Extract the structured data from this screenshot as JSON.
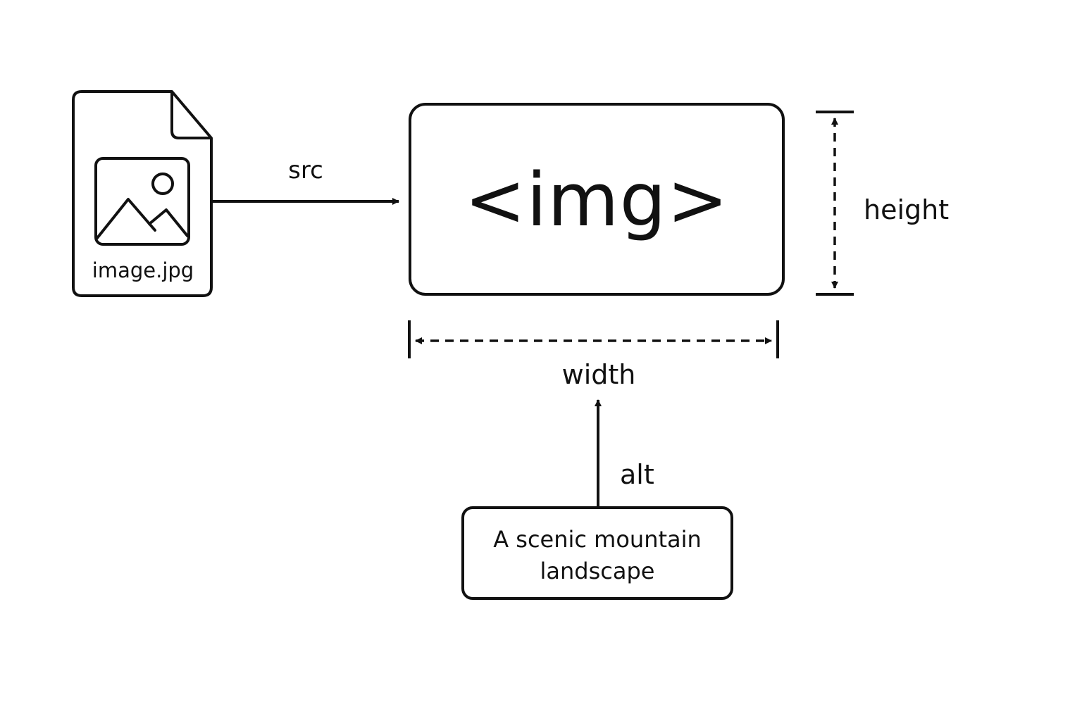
{
  "file": {
    "name": "image.jpg",
    "icon": "image-file-icon"
  },
  "element": {
    "tag": "<img>"
  },
  "attributes": {
    "src": "src",
    "height": "height",
    "width": "width",
    "alt": "alt"
  },
  "alt_box": {
    "text": "A scenic mountain landscape"
  },
  "colors": {
    "stroke": "#111111",
    "background": "#ffffff"
  }
}
